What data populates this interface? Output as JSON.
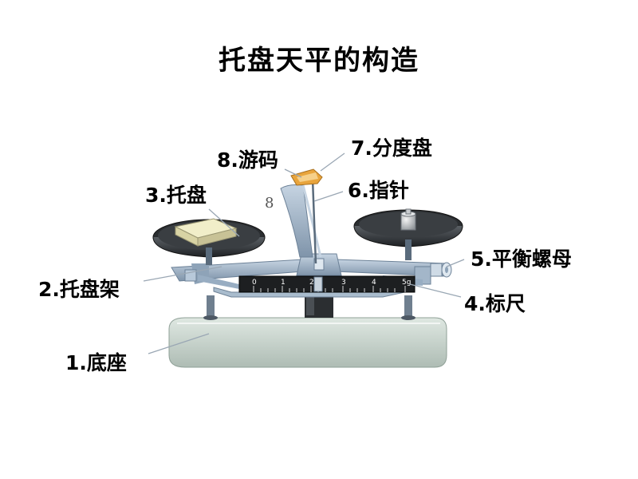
{
  "title": "托盘天平的构造",
  "labels": {
    "base": "1.底座",
    "pan_frame": "2.托盘架",
    "pan": "3.托盘",
    "scale": "4.标尺",
    "balance_nut": "5.平衡螺母",
    "pointer": "6.指针",
    "dial": "7.分度盘",
    "rider": "8.游码"
  },
  "dial_number": "8",
  "scale_ticks": [
    "0",
    "1",
    "2",
    "3",
    "4",
    "5g"
  ],
  "colors": {
    "base": "#c9d6cf",
    "metal": "#9fb3c8",
    "pan": "#2a2d30",
    "scale": "#1a1a1a",
    "rider": "#e8a43c",
    "weight_block": "#e6e2b8"
  }
}
